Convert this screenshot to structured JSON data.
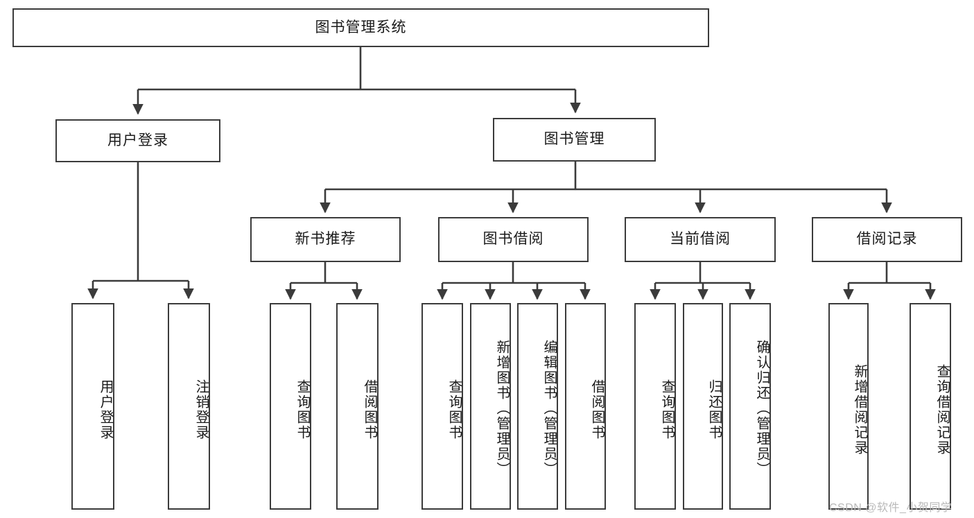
{
  "diagram": {
    "type": "hierarchy-tree",
    "title": "图书管理系统",
    "watermark": "CSDN @软件_小贺同学",
    "colors": {
      "box_border": "#3b3b3b",
      "box_fill": "#ffffff",
      "text": "#1a1a1a",
      "link": "#3b3b3b",
      "watermark": "#b9b9b9"
    },
    "levels": {
      "root": {
        "label": "图书管理系统"
      },
      "level1": [
        {
          "label": "用户登录"
        },
        {
          "label": "图书管理"
        }
      ],
      "level2": [
        {
          "label": "新书推荐"
        },
        {
          "label": "图书借阅"
        },
        {
          "label": "当前借阅"
        },
        {
          "label": "借阅记录"
        }
      ],
      "leaves": {
        "user_login": [
          {
            "label": "用户登录"
          },
          {
            "label": "注销登录"
          }
        ],
        "new_book_recommend": [
          {
            "label": "查询图书"
          },
          {
            "label": "借阅图书"
          }
        ],
        "book_borrow": [
          {
            "label": "查询图书"
          },
          {
            "label": "新增图书（管理员）"
          },
          {
            "label": "编辑图书（管理员）"
          },
          {
            "label": "借阅图书"
          }
        ],
        "current_borrow": [
          {
            "label": "查询图书"
          },
          {
            "label": "归还图书"
          },
          {
            "label": "确认归还（管理员）"
          }
        ],
        "borrow_record": [
          {
            "label": "新增借阅记录"
          },
          {
            "label": "查询借阅记录"
          }
        ]
      }
    }
  }
}
